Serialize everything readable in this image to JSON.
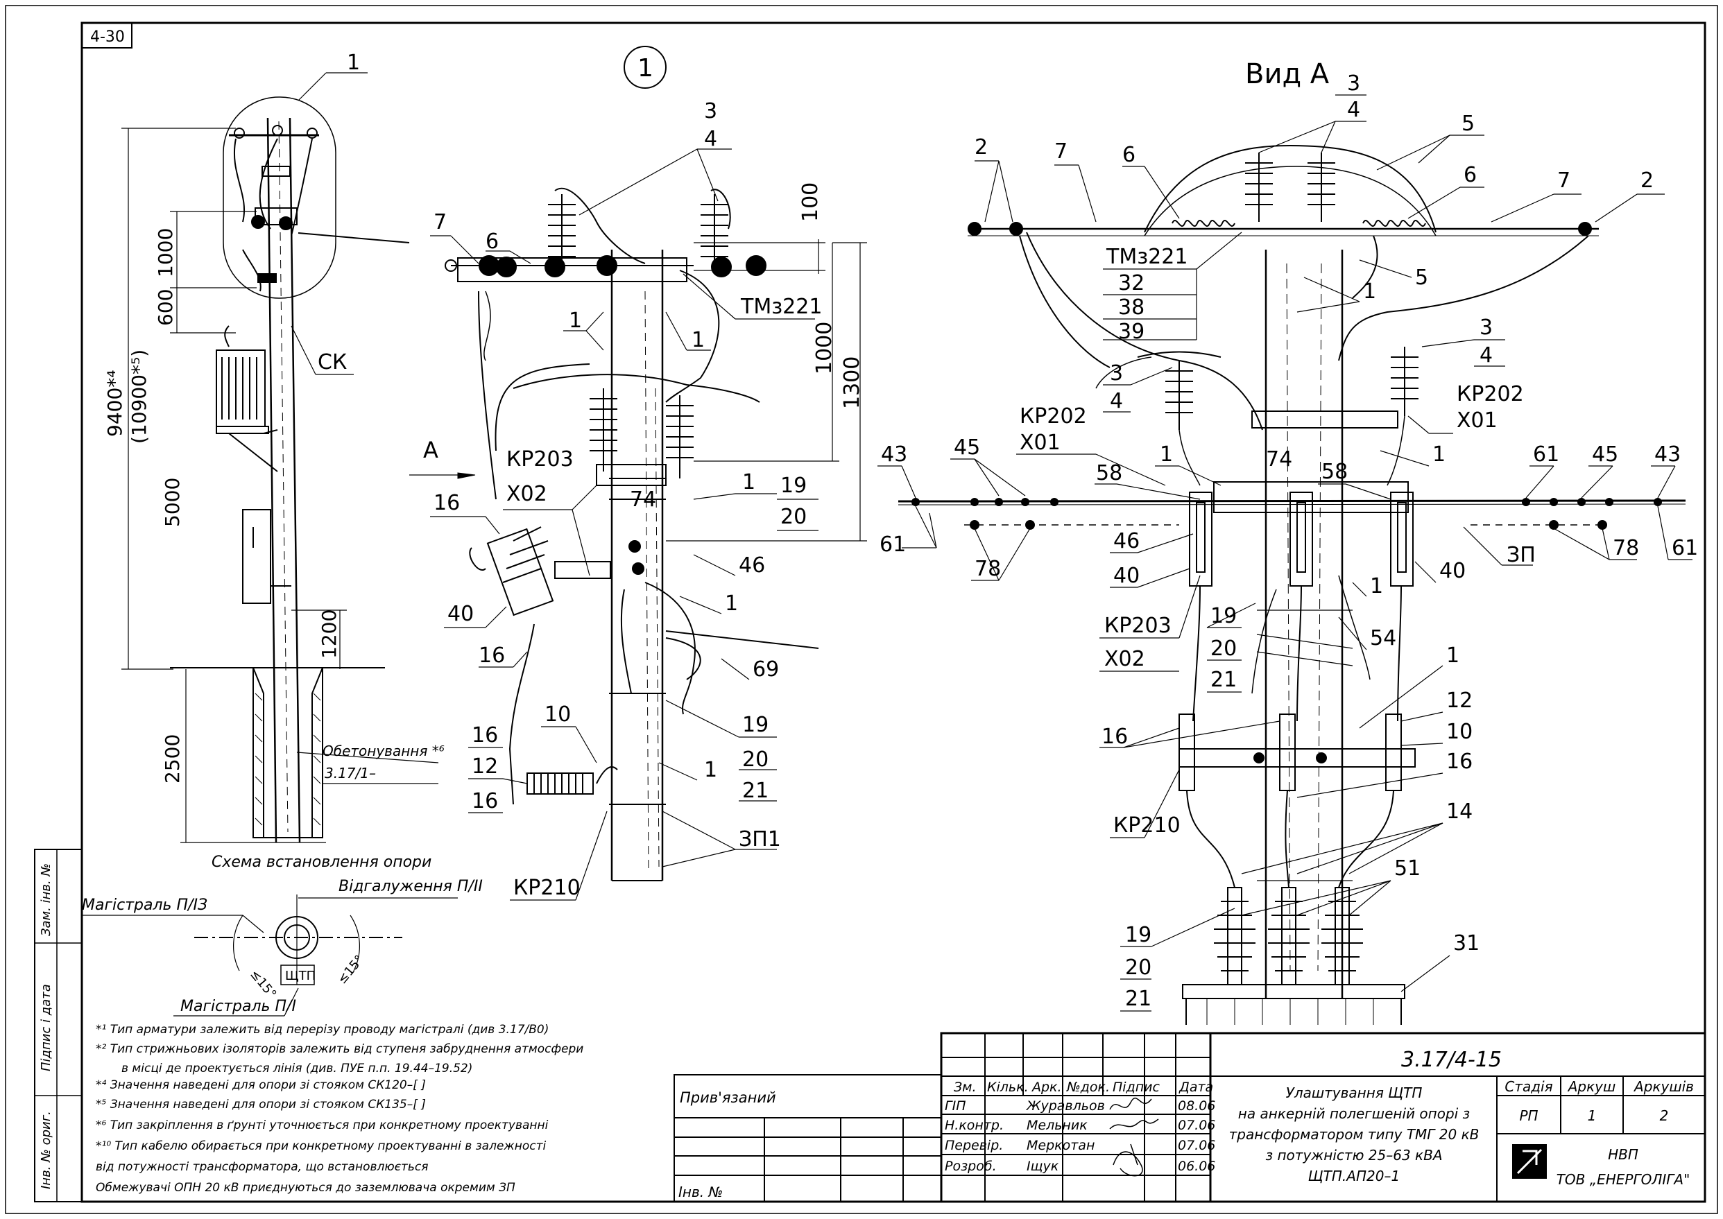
{
  "sheet": {
    "corner_code": "4-30",
    "view_main_title": "1",
    "view_a_title": "Вид А",
    "schema_caption": "Схема встановлення опори"
  },
  "pole_scheme": {
    "callout_1": "1",
    "label_ck": "СК",
    "dim_1000": "1000",
    "dim_600": "600",
    "dim_9400": "9400*⁴",
    "dim_10900": "(10900*⁵)",
    "dim_5000": "5000",
    "dim_1200": "1200",
    "dim_2500": "2500",
    "concreting_label": "Обетонування *⁶",
    "concreting_ref": "3.17/1–"
  },
  "plan": {
    "branch_label": "Відгалуження П/ІІ",
    "main_top_label": "Магістраль П/ІЗ",
    "main_bottom_label": "Магістраль П/І",
    "angle_left": "≤15°",
    "angle_right": "≤15°",
    "station_label": "ЩТП"
  },
  "notes": [
    "*¹ Тип арматури залежить від перерізу проводу магістралі (див 3.17/В0)",
    "*² Тип стрижньових ізоляторів залежить від ступеня забруднення атмосфери",
    "в місці де проектується лінія (див. ПУЕ п.п. 19.44–19.52)",
    "*⁴ Значення наведені для опори зі стояком СК120–[ ]",
    "*⁵ Значення наведені для опори зі стояком СК135–[ ]",
    "*⁶ Тип закріплення в ґрунті уточнюється при конкретному проектуванні",
    "*¹⁰ Тип кабелю обирається при конкретному проектуванні в залежності",
    "від потужності трансформатора, що встановлюється",
    "Обмежувачі ОПН 20 кВ приєднуються до заземлювача окремим ЗП"
  ],
  "side_stamps": {
    "replace_inv": "Зам. інв. №",
    "sign_date": "Підпис і дата",
    "orig_inv": "Інв. № ориг."
  },
  "left_block": {
    "attached": "Прив'язаний",
    "inv_no": "Інв. №"
  },
  "title_block": {
    "doc_code": "3.17/4-15",
    "header": [
      "Зм.",
      "Кільк.",
      "Арк.",
      "№док.",
      "Підпис",
      "Дата"
    ],
    "rows": [
      {
        "role": "ГІП",
        "name": "Журавльов",
        "date": "08.06"
      },
      {
        "role": "Н.контр.",
        "name": "Мельник",
        "date": "07.06"
      },
      {
        "role": "Перевір.",
        "name": "Меркотан",
        "date": "07.06"
      },
      {
        "role": "Розроб.",
        "name": "Іщук",
        "date": "06.06"
      }
    ],
    "description": [
      "Улаштування ЩТП",
      "на анкерній полегшеній опорі з",
      "трансформатором типу ТМГ 20 кВ",
      "з потужністю 25–63 кВА",
      "ЩТП.АП20–1"
    ],
    "stage_header": [
      "Стадія",
      "Аркуш",
      "Аркушів"
    ],
    "stage_values": [
      "РП",
      "1",
      "2"
    ],
    "company_line1": "НВП",
    "company_line2": "ТОВ „ЕНЕРГОЛІГА\""
  },
  "view_1_labels": {
    "l3": "3",
    "l4": "4",
    "l7": "7",
    "l6": "6",
    "dim100": "100",
    "tm": "ТМз221",
    "l1a": "1",
    "l1b": "1",
    "dim1000": "1000",
    "dim1300": "1300",
    "kp203": "КР203",
    "x02": "Х02",
    "l1c": "1",
    "l19": "19",
    "l20": "20",
    "l74": "74",
    "l16a": "16",
    "l46": "46",
    "l40": "40",
    "l1d": "1",
    "l16b": "16",
    "l69": "69",
    "l10": "10",
    "l16c": "16",
    "l12": "12",
    "l16d": "16",
    "l19b": "19",
    "l20b": "20",
    "l21": "21",
    "l1e": "1",
    "zp1": "ЗП1",
    "kp210": "КР210",
    "arrow_a": "А"
  },
  "view_a_labels": {
    "l2a": "2",
    "l7a": "7",
    "l6a": "6",
    "l3": "3",
    "l4": "4",
    "l5a": "5",
    "l6b": "6",
    "l7b": "7",
    "l2b": "2",
    "tm": "ТМз221",
    "n32": "32",
    "n38": "38",
    "n39": "39",
    "l5b": "5",
    "l1a": "1",
    "l3b": "3",
    "l4b": "4",
    "l3c": "3",
    "l4c": "4",
    "kp202a": "КР202",
    "x01a": "Х01",
    "kp202b": "КР202",
    "x01b": "Х01",
    "l1b": "1",
    "l74": "74",
    "l1c": "1",
    "l43a": "43",
    "l45a": "45",
    "l58a": "58",
    "l58b": "58",
    "l61a": "61",
    "l45b": "45",
    "l43b": "43",
    "l61b": "61",
    "l46": "46",
    "l78a": "78",
    "l40a": "40",
    "l1d": "1",
    "l40b": "40",
    "zp": "ЗП",
    "l78b": "78",
    "l61c": "61",
    "kp203": "КР203",
    "x02": "Х02",
    "l19a": "19",
    "l20a": "20",
    "l21a": "21",
    "l54": "54",
    "l1e": "1",
    "l12": "12",
    "l10": "10",
    "l16a": "16",
    "l16b": "16",
    "kp210": "КР210",
    "l14": "14",
    "l51": "51",
    "l19b": "19",
    "l20b": "20",
    "l21b": "21",
    "l31": "31"
  }
}
